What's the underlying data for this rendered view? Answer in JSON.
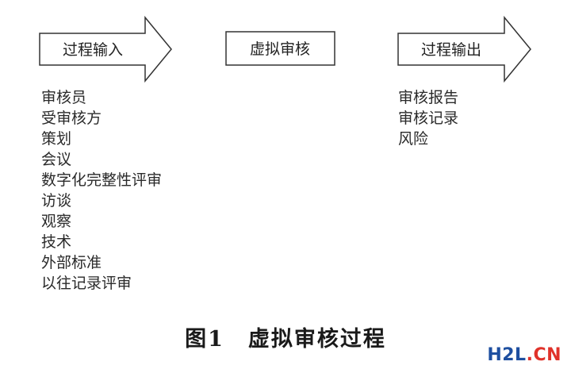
{
  "diagram": {
    "nodes": [
      {
        "id": "process-input",
        "label": "过程输入",
        "shape": "arrow"
      },
      {
        "id": "virtual-audit",
        "label": "虚拟审核",
        "shape": "rectangle"
      },
      {
        "id": "process-output",
        "label": "过程输出",
        "shape": "arrow"
      }
    ],
    "input_items": [
      "审核员",
      "受审核方",
      "策划",
      "会议",
      "数字化完整性评审",
      "访谈",
      "观察",
      "技术",
      "外部标准",
      "以往记录评审"
    ],
    "output_items": [
      "审核报告",
      "审核记录",
      "风险"
    ],
    "stroke_color": "#333333",
    "fill_color": "#ffffff"
  },
  "caption": {
    "figure_number": "图1",
    "title": "虚拟审核过程"
  },
  "watermark": {
    "main": "H2L",
    "dot": ".",
    "tld": "CN"
  }
}
